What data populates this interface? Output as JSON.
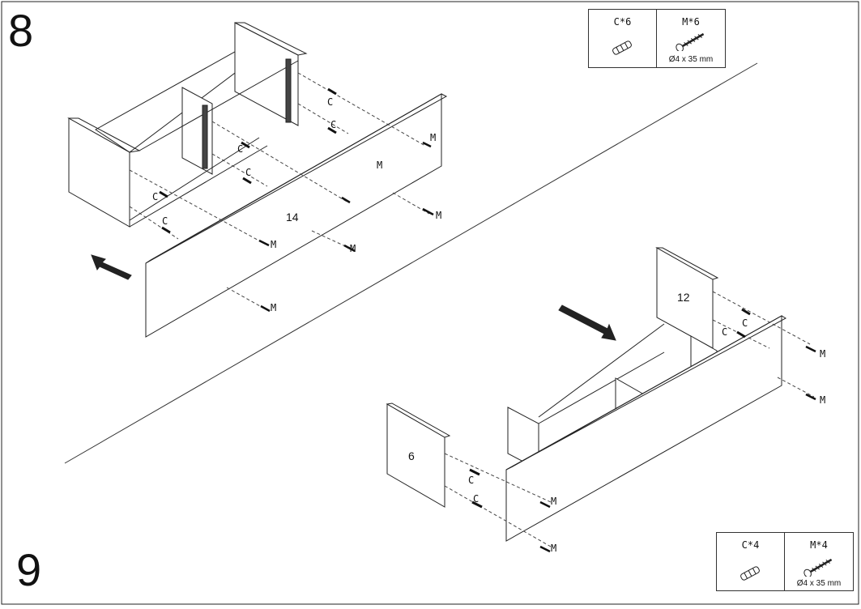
{
  "steps": [
    {
      "number": "8",
      "hardware": [
        {
          "label": "C*6",
          "icon": "dowel-icon"
        },
        {
          "label": "M*6",
          "icon": "screw-icon",
          "dimension": "Ø4 x 35 mm"
        }
      ],
      "part_numbers": {
        "front_panel": "14"
      },
      "callouts": {
        "dowel": "C",
        "screw": "M"
      }
    },
    {
      "number": "9",
      "hardware": [
        {
          "label": "C*4",
          "icon": "dowel-icon"
        },
        {
          "label": "M*4",
          "icon": "screw-icon",
          "dimension": "Ø4 x 35 mm"
        }
      ],
      "part_numbers": {
        "back_panel": "12",
        "side_panel": "6"
      },
      "callouts": {
        "dowel": "C",
        "screw": "M"
      }
    }
  ]
}
